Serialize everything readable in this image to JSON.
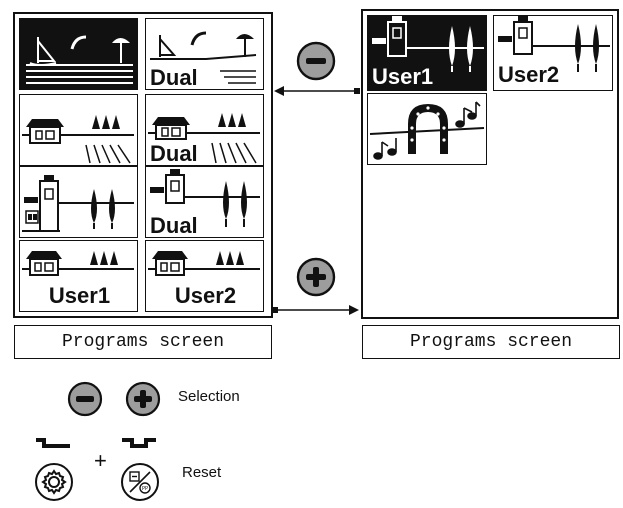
{
  "left_screen": {
    "caption": "Programs screen",
    "tiles": [
      {
        "id": "beach",
        "label": ""
      },
      {
        "id": "beach-dual",
        "label": "Dual"
      },
      {
        "id": "house-field",
        "label": ""
      },
      {
        "id": "house-field-dual",
        "label": "Dual"
      },
      {
        "id": "city",
        "label": ""
      },
      {
        "id": "city-dual",
        "label": "Dual"
      },
      {
        "id": "house-user1",
        "label": "User1"
      },
      {
        "id": "house-user2",
        "label": "User2"
      }
    ]
  },
  "right_screen": {
    "caption": "Programs screen",
    "tiles": [
      {
        "id": "city-user1",
        "label": "User1"
      },
      {
        "id": "city-user2",
        "label": "User2"
      },
      {
        "id": "horseshoe-music",
        "label": ""
      }
    ]
  },
  "legend": {
    "selection_label": "Selection",
    "reset_label": "Reset",
    "plus_sign": "+"
  },
  "icons": {
    "minus_button": "minus-circle-icon",
    "plus_button": "plus-circle-icon",
    "settings": "gear-icon",
    "program_button": "program-button-icon"
  },
  "colors": {
    "button_gray": "#9d9d9d",
    "ink": "#111111"
  }
}
